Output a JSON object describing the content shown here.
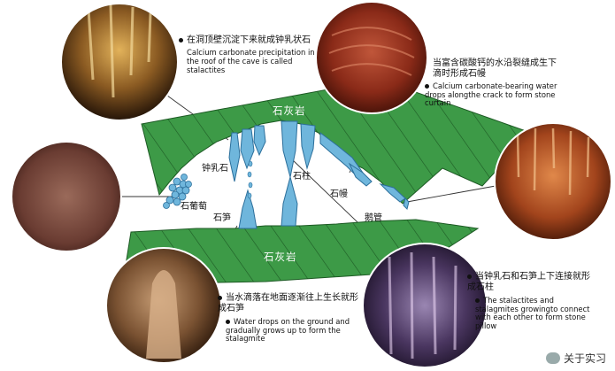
{
  "texts": {
    "stalactite_cn": "在洞顶壁沉淀下来就成钟乳状石",
    "stalactite_en": "Calcium carbonate precipitation in the roof of the cave is called stalactites",
    "curtain_cn": "当富含碳酸钙的水沿裂缝成生下滴时形成石幔",
    "curtain_en": "Calcium carbonate-bearing water drops alongthe crack to form stone curtain",
    "pillar_cn": "当钟乳石和石笋上下连接就形成石柱",
    "pillar_en": "The stalactites and stalagmites growingto connect with each other to form stone pillow",
    "stalagmite_cn": "当水滴落在地面逐渐往上生长就形成石笋",
    "stalagmite_en": "Water drops on the ground and gradually grows up to form the stalagmite"
  },
  "labels": {
    "limestone_top": "石灰岩",
    "limestone_bottom": "石灰岩",
    "stalactite": "钟乳石",
    "grape": "石葡萄",
    "stalagmite": "石笋",
    "pillar": "石柱",
    "curtain": "石幔",
    "straw": "鹅管"
  },
  "watermark": "关于实习",
  "colors": {
    "limestone": "#3d9a47",
    "limestone_line": "#1d5a24",
    "formation": "#6fb6dc",
    "formation_dark": "#2c6f9b",
    "pointer": "#333333"
  },
  "icons": [
    "wechat-icon"
  ]
}
